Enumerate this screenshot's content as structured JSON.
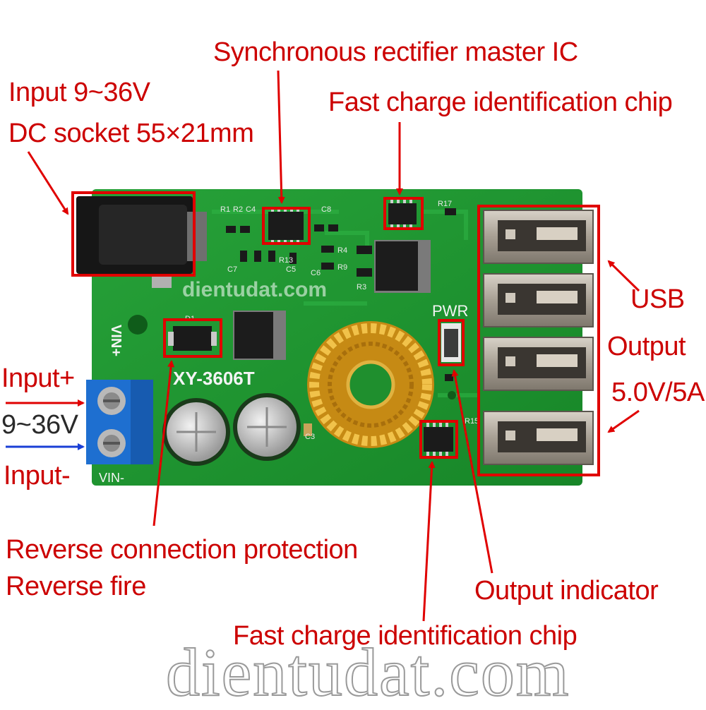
{
  "colors": {
    "pcb": "#1f8f2e",
    "annotation": "#cc0000",
    "input_neg_arrow": "#1a3fd6",
    "terminal": "#1e6fd0",
    "inductor_copper": "#d9a21e"
  },
  "labels": {
    "input_voltage": "Input 9~36V",
    "dc_socket": "DC socket 55×21mm",
    "sync_rectifier": "Synchronous rectifier master IC",
    "fast_charge_top": "Fast charge identification chip",
    "usb": "USB",
    "output": "Output",
    "output_rating": "5.0V/5A",
    "input_plus": "Input+",
    "input_range": "9~36V",
    "input_minus": "Input-",
    "reverse_protection": "Reverse connection protection",
    "reverse_fire": "Reverse fire",
    "output_indicator": "Output indicator",
    "fast_charge_bottom": "Fast charge identification chip"
  },
  "board": {
    "model": "XY-3606T",
    "pwr": "PWR",
    "vin_plus": "VIN+",
    "vin_minus": "VIN-",
    "components": [
      "R1",
      "R2",
      "C4",
      "C8",
      "R17",
      "C7",
      "C5",
      "R13",
      "R4",
      "R9",
      "C6",
      "R3",
      "D1",
      "C3",
      "R15"
    ]
  },
  "watermarks": {
    "main": "dientudat.com",
    "board": "dientudat.com"
  }
}
